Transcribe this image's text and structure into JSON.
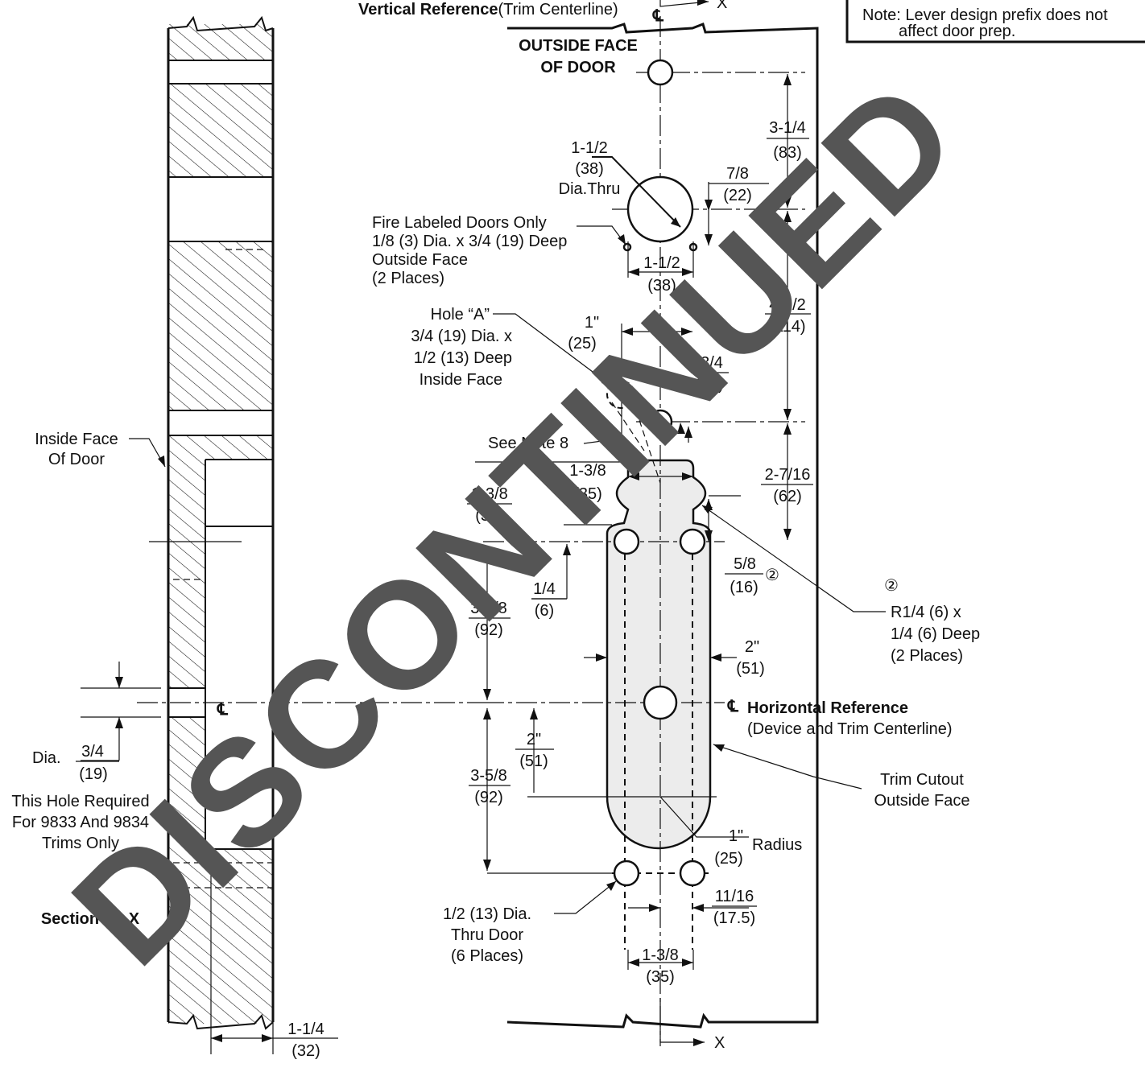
{
  "title_left": "Vertical Reference",
  "title_right": "(Trim Centerline)",
  "cl_symbol": "℄",
  "x_mark": "X",
  "note": {
    "line1": "Note:  Lever design prefix does not",
    "line2": "affect door prep."
  },
  "outside_face": {
    "line1": "OUTSIDE FACE",
    "line2": "OF DOOR"
  },
  "dims": {
    "d1": {
      "top": "3-1/4",
      "bottom": "(83)"
    },
    "d2": {
      "top": "1-1/2",
      "bottom": "(38)",
      "extra": "Dia.Thru"
    },
    "d3": {
      "top": "7/8",
      "bottom": "(22)"
    },
    "d4": {
      "top": "1-1/2",
      "bottom": "(38)"
    },
    "d5": {
      "top": "4-1/2",
      "bottom": "(114)"
    },
    "d6": {
      "top": "1\"",
      "bottom": "(25)"
    },
    "d7": {
      "top": "3/4",
      "bottom": "(19)"
    },
    "d8": {
      "top": "2-7/16",
      "bottom": "(62)"
    },
    "d9": {
      "top": "1-3/8",
      "bottom": "(35)"
    },
    "d10": {
      "top": "1-3/8",
      "bottom": "(35)"
    },
    "d11": {
      "top": "5/8",
      "bottom": "(16)"
    },
    "d12": {
      "top": "1/4",
      "bottom": "(6)"
    },
    "d13": {
      "top": "3-5/8",
      "bottom": "(92)"
    },
    "d14": {
      "top": "2\"",
      "bottom": "(51)"
    },
    "d15": {
      "top": "2\"",
      "bottom": "(51)"
    },
    "d16": {
      "top": "3-5/8",
      "bottom": "(92)"
    },
    "d17": {
      "top": "1\"",
      "bottom": "(25)",
      "extra": "Radius"
    },
    "d18": {
      "top": "11/16",
      "bottom": "(17.5)"
    },
    "d19": {
      "top": "1-3/8",
      "bottom": "(35)"
    },
    "d20": {
      "top": "3/4",
      "bottom": "(19)",
      "prefix": "Dia."
    },
    "d21": {
      "top": "1-1/4",
      "bottom": "(32)"
    }
  },
  "callout_mark": "②",
  "callouts": {
    "fire": [
      "Fire Labeled Doors Only",
      "1/8 (3) Dia. x 3/4 (19) Deep",
      "Outside Face",
      "(2 Places)"
    ],
    "hole_a": [
      "Hole “A”",
      "3/4 (19) Dia. x",
      "1/2 (13) Deep",
      "Inside Face"
    ],
    "see_note": "See Note 8",
    "inside_face": [
      "Inside Face",
      "Of Door"
    ],
    "radius": [
      "R1/4 (6) x",
      "1/4 (6) Deep",
      "(2 Places)"
    ],
    "horizontal": [
      "Horizontal Reference",
      "(Device and Trim Centerline)"
    ],
    "trim_cutout": [
      "Trim Cutout",
      "Outside Face"
    ],
    "this_hole": [
      "This Hole Required",
      "For 9833 And 9834",
      "Trims Only"
    ],
    "half_dia": [
      "1/2 (13) Dia.",
      "Thru Door",
      "(6 Places)"
    ],
    "section": "Section X - X"
  },
  "watermark": "DISCONTINUED"
}
